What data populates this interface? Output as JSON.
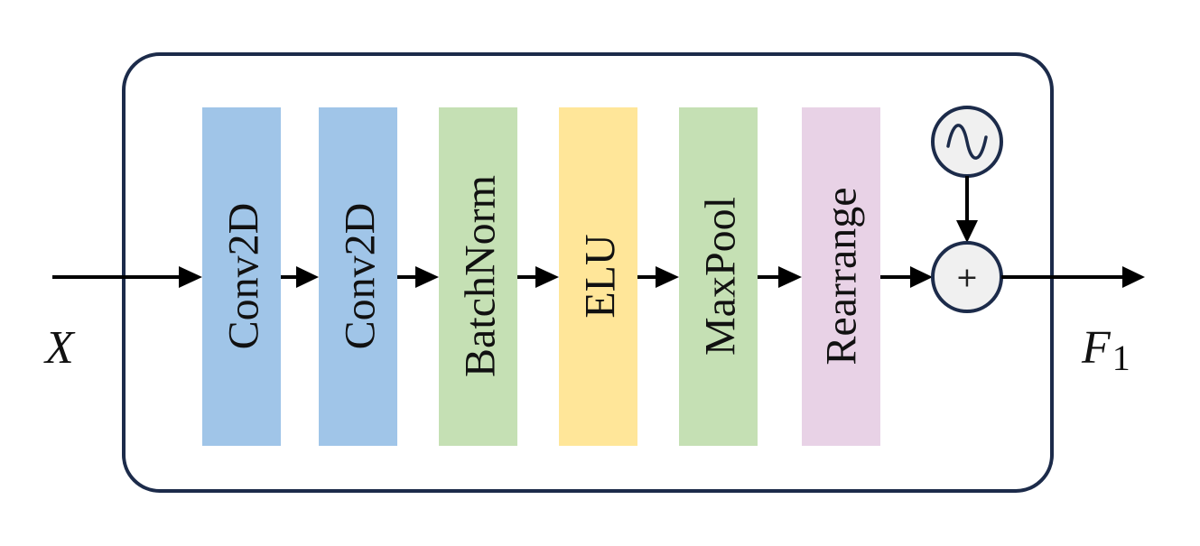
{
  "input_label": "X",
  "output_label": {
    "base": "F",
    "subscript": "1"
  },
  "layers": [
    {
      "label": "Conv2D",
      "color": "#a0c5e8"
    },
    {
      "label": "Conv2D",
      "color": "#a0c5e8"
    },
    {
      "label": "BatchNorm",
      "color": "#c5e0b4"
    },
    {
      "label": "ELU",
      "color": "#ffe699"
    },
    {
      "label": "MaxPool",
      "color": "#c5e0b4"
    },
    {
      "label": "Rearrange",
      "color": "#e8d2e6"
    }
  ],
  "add_node": {
    "symbol": "+",
    "icon": "add-icon"
  },
  "positional_encoding": {
    "icon": "sine-wave-icon"
  },
  "colors": {
    "container_border": "#1c2b4a",
    "node_fill": "#f0f0f0",
    "node_border": "#1c2b4a",
    "arrow": "#000000"
  }
}
